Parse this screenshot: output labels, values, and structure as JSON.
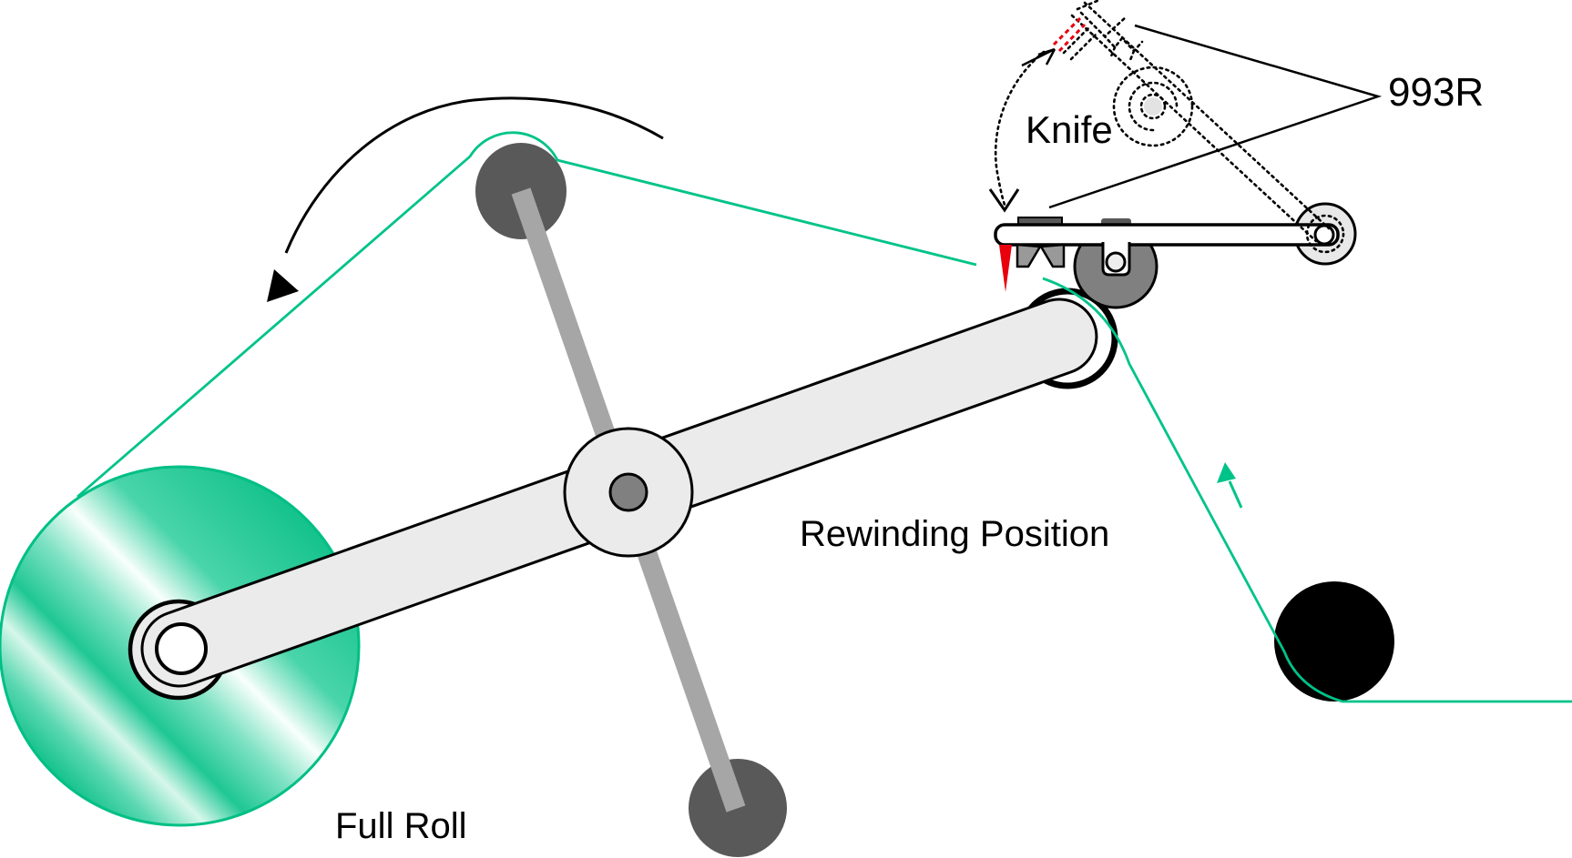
{
  "diagram": {
    "labels": {
      "knife": "Knife",
      "model": "993R",
      "rewinding_position": "Rewinding Position",
      "full_roll": "Full Roll"
    },
    "colors": {
      "web_green": "#00C389",
      "roll_green": "#14C28C",
      "roll_edge_green": "#00BF85",
      "knife_red": "#E8000D",
      "arm_fill": "#EBEBEB",
      "turret_bar_gray": "#A6A6A6",
      "roller_dark_gray": "#595959",
      "bracket_roller_gray": "#808080",
      "gripper_gray": "#999999",
      "idler_black": "#000000",
      "outline_black": "#000000"
    }
  }
}
